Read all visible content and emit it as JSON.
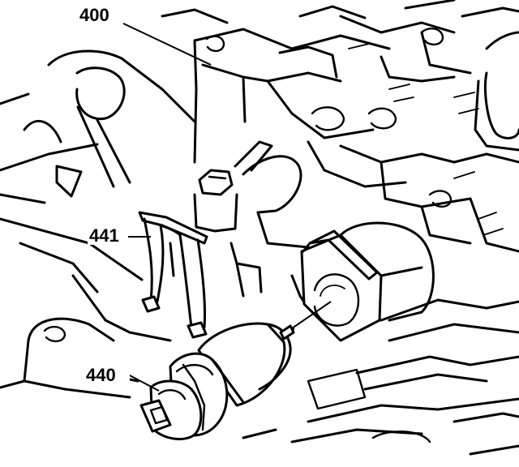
{
  "callouts": [
    {
      "id": "valve-body",
      "label": "400"
    },
    {
      "id": "retainer-clip",
      "label": "441"
    },
    {
      "id": "speed-sensor",
      "label": "440"
    }
  ],
  "colors": {
    "line": "#000000",
    "background": "#ffffff"
  }
}
